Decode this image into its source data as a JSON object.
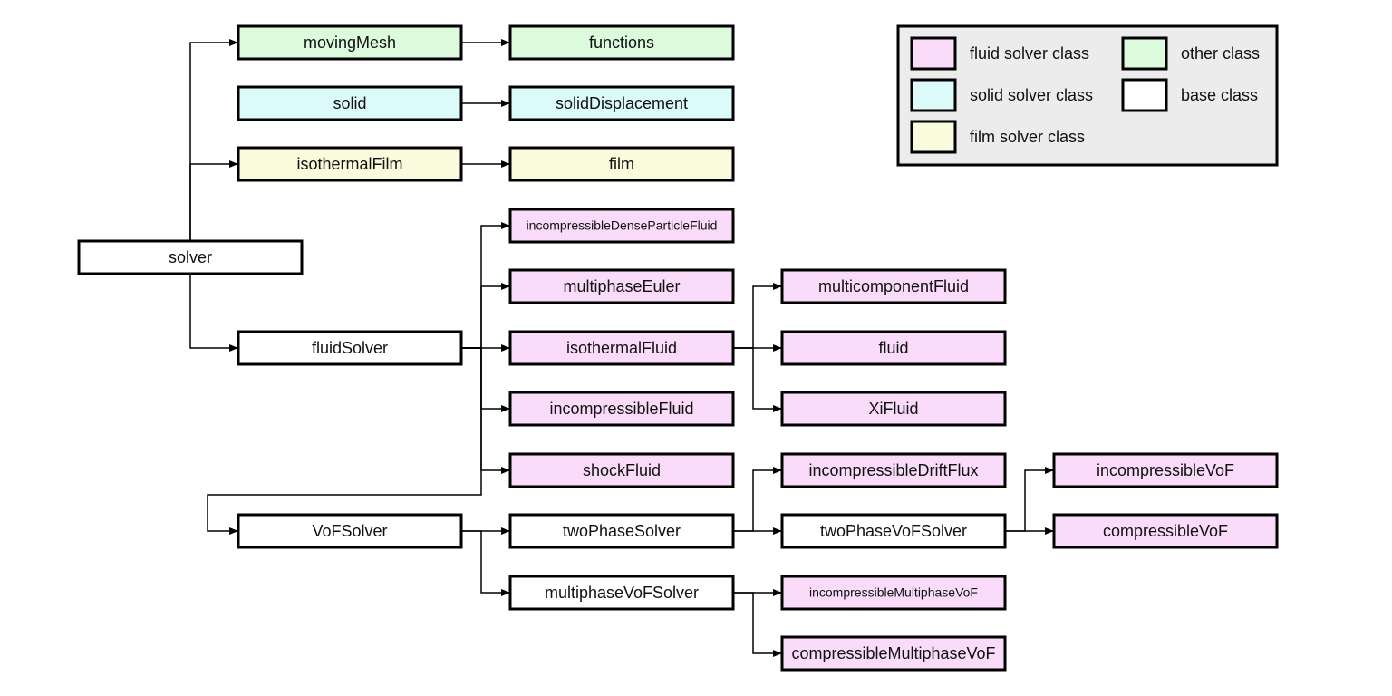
{
  "colors": {
    "fluid": "#fadcfa",
    "solid": "#dcfafa",
    "film": "#fafadc",
    "other": "#dcfadc",
    "base": "#ffffff",
    "legend_bg": "#ececec"
  },
  "legend": [
    {
      "key": "fluid",
      "label": "fluid solver class"
    },
    {
      "key": "other",
      "label": "other class"
    },
    {
      "key": "solid",
      "label": "solid solver class"
    },
    {
      "key": "base",
      "label": "base class"
    },
    {
      "key": "film",
      "label": "film solver class"
    }
  ],
  "nodes": {
    "solver": {
      "label": "solver",
      "kind": "base"
    },
    "movingMesh": {
      "label": "movingMesh",
      "kind": "other"
    },
    "functions": {
      "label": "functions",
      "kind": "other"
    },
    "solid": {
      "label": "solid",
      "kind": "solid"
    },
    "solidDisplacement": {
      "label": "solidDisplacement",
      "kind": "solid"
    },
    "isothermalFilm": {
      "label": "isothermalFilm",
      "kind": "film"
    },
    "film": {
      "label": "film",
      "kind": "film"
    },
    "fluidSolver": {
      "label": "fluidSolver",
      "kind": "base"
    },
    "incompressibleDenseParticleFluid": {
      "label": "incompressibleDenseParticleFluid",
      "kind": "fluid"
    },
    "multiphaseEuler": {
      "label": "multiphaseEuler",
      "kind": "fluid"
    },
    "isothermalFluid": {
      "label": "isothermalFluid",
      "kind": "fluid"
    },
    "incompressibleFluid": {
      "label": "incompressibleFluid",
      "kind": "fluid"
    },
    "shockFluid": {
      "label": "shockFluid",
      "kind": "fluid"
    },
    "multicomponentFluid": {
      "label": "multicomponentFluid",
      "kind": "fluid"
    },
    "fluid": {
      "label": "fluid",
      "kind": "fluid"
    },
    "XiFluid": {
      "label": "XiFluid",
      "kind": "fluid"
    },
    "VoFSolver": {
      "label": "VoFSolver",
      "kind": "base"
    },
    "twoPhaseSolver": {
      "label": "twoPhaseSolver",
      "kind": "base"
    },
    "multiphaseVoFSolver": {
      "label": "multiphaseVoFSolver",
      "kind": "base"
    },
    "incompressibleDriftFlux": {
      "label": "incompressibleDriftFlux",
      "kind": "fluid"
    },
    "twoPhaseVoFSolver": {
      "label": "twoPhaseVoFSolver",
      "kind": "base"
    },
    "incompressibleVoF": {
      "label": "incompressibleVoF",
      "kind": "fluid"
    },
    "compressibleVoF": {
      "label": "compressibleVoF",
      "kind": "fluid"
    },
    "incompressibleMultiphaseVoF": {
      "label": "incompressibleMultiphaseVoF",
      "kind": "fluid"
    },
    "compressibleMultiphaseVoF": {
      "label": "compressibleMultiphaseVoF",
      "kind": "fluid"
    }
  },
  "edges": [
    [
      "solver",
      "movingMesh"
    ],
    [
      "solver",
      "isothermalFilm"
    ],
    [
      "solver",
      "fluidSolver"
    ],
    [
      "movingMesh",
      "functions"
    ],
    [
      "solid",
      "solidDisplacement"
    ],
    [
      "isothermalFilm",
      "film"
    ],
    [
      "fluidSolver",
      "incompressibleDenseParticleFluid"
    ],
    [
      "fluidSolver",
      "multiphaseEuler"
    ],
    [
      "fluidSolver",
      "isothermalFluid"
    ],
    [
      "fluidSolver",
      "incompressibleFluid"
    ],
    [
      "fluidSolver",
      "shockFluid"
    ],
    [
      "fluidSolver",
      "VoFSolver"
    ],
    [
      "isothermalFluid",
      "multicomponentFluid"
    ],
    [
      "isothermalFluid",
      "fluid"
    ],
    [
      "isothermalFluid",
      "XiFluid"
    ],
    [
      "VoFSolver",
      "twoPhaseSolver"
    ],
    [
      "VoFSolver",
      "multiphaseVoFSolver"
    ],
    [
      "twoPhaseSolver",
      "incompressibleDriftFlux"
    ],
    [
      "twoPhaseSolver",
      "twoPhaseVoFSolver"
    ],
    [
      "twoPhaseVoFSolver",
      "incompressibleVoF"
    ],
    [
      "twoPhaseVoFSolver",
      "compressibleVoF"
    ],
    [
      "multiphaseVoFSolver",
      "incompressibleMultiphaseVoF"
    ],
    [
      "multiphaseVoFSolver",
      "compressibleMultiphaseVoF"
    ]
  ]
}
